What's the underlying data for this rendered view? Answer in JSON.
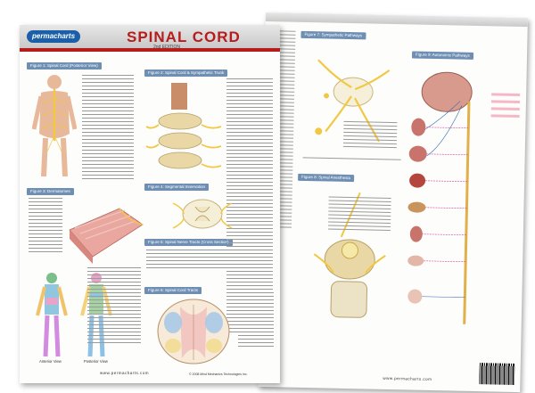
{
  "brand": {
    "logo_text": "permacharts"
  },
  "front": {
    "title": "SPINAL CORD",
    "edition": "2nd EDITION",
    "figures": [
      "Figure 1: Spinal Cord (Posterior View)",
      "Figure 2: Spinal Cord & Sympathetic Trunk",
      "Figure 3: Dermatomes",
      "Figure 4: Segmental Innervation",
      "Figure 5: Spinal Nerve Tracts (Cross Section)",
      "Figure 6: Spinal Cord Tracts"
    ],
    "view_labels": [
      "Anterior View",
      "Posterior View"
    ],
    "url": "www.permacharts.com",
    "copyright": "© 2008 Mind Mechanics Technologies Inc."
  },
  "back": {
    "figures": [
      "Figure 7: Sympathetic Pathways",
      "Figure 8: Spinal Anesthesia",
      "Figure 9: Autonomic Pathways"
    ],
    "url": "www.permacharts.com"
  },
  "colors": {
    "brand_blue": "#1b5fa8",
    "title_red": "#b71c1c",
    "figure_label": "#6e8fb3",
    "nerve_yellow": "#f2c744",
    "bone": "#e9d8a6"
  }
}
